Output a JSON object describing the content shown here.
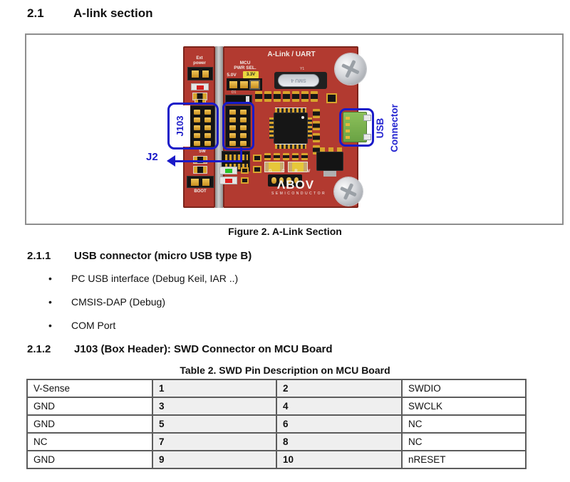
{
  "section": {
    "number": "2.1",
    "title": "A-link section"
  },
  "figure": {
    "caption": "Figure 2. A-Link Section"
  },
  "board": {
    "title": "A-Link / UART",
    "ext_line1": "Ext",
    "ext_line2": "power",
    "mcu_pwr_line1": "MCU",
    "mcu_pwr_line2": "PWR SEL.",
    "v50": "5.0V",
    "v33": "3.3V",
    "d1": "D1",
    "y1": "Y1",
    "crystal": "SMU 4",
    "sw": "SW",
    "boot": "BOOT",
    "pin_labels": "G C R V",
    "logo": "ΛBOV",
    "logo_sub": "SEMICONDUCTOR"
  },
  "annotations": {
    "j103": "J103",
    "j2": "J2",
    "usb_line1": "USB",
    "usb_line2": "Connector"
  },
  "sub1": {
    "number": "2.1.1",
    "title": "USB connector (micro USB type B)",
    "bullet_glyph": "•",
    "bullets": [
      "PC USB interface (Debug Keil, IAR ..)",
      "CMSIS-DAP (Debug)",
      "COM Port"
    ]
  },
  "sub2": {
    "number": "2.1.2",
    "title": "J103 (Box Header): SWD Connector on MCU Board"
  },
  "table": {
    "caption": "Table 2. SWD Pin Description on MCU Board",
    "rows": [
      [
        "V-Sense",
        "1",
        "2",
        "SWDIO"
      ],
      [
        "GND",
        "3",
        "4",
        "SWCLK"
      ],
      [
        "GND",
        "5",
        "6",
        "NC"
      ],
      [
        "NC",
        "7",
        "8",
        "NC"
      ],
      [
        "GND",
        "9",
        "10",
        "nRESET"
      ]
    ]
  },
  "colors": {
    "annotation_blue": "#1a1ac8",
    "board_red": "#b23a30",
    "board_border_red": "#7c241b",
    "gold_pin": "#d8a42c",
    "usb_green": "#7cb34a",
    "table_number_bg": "#efefef"
  }
}
